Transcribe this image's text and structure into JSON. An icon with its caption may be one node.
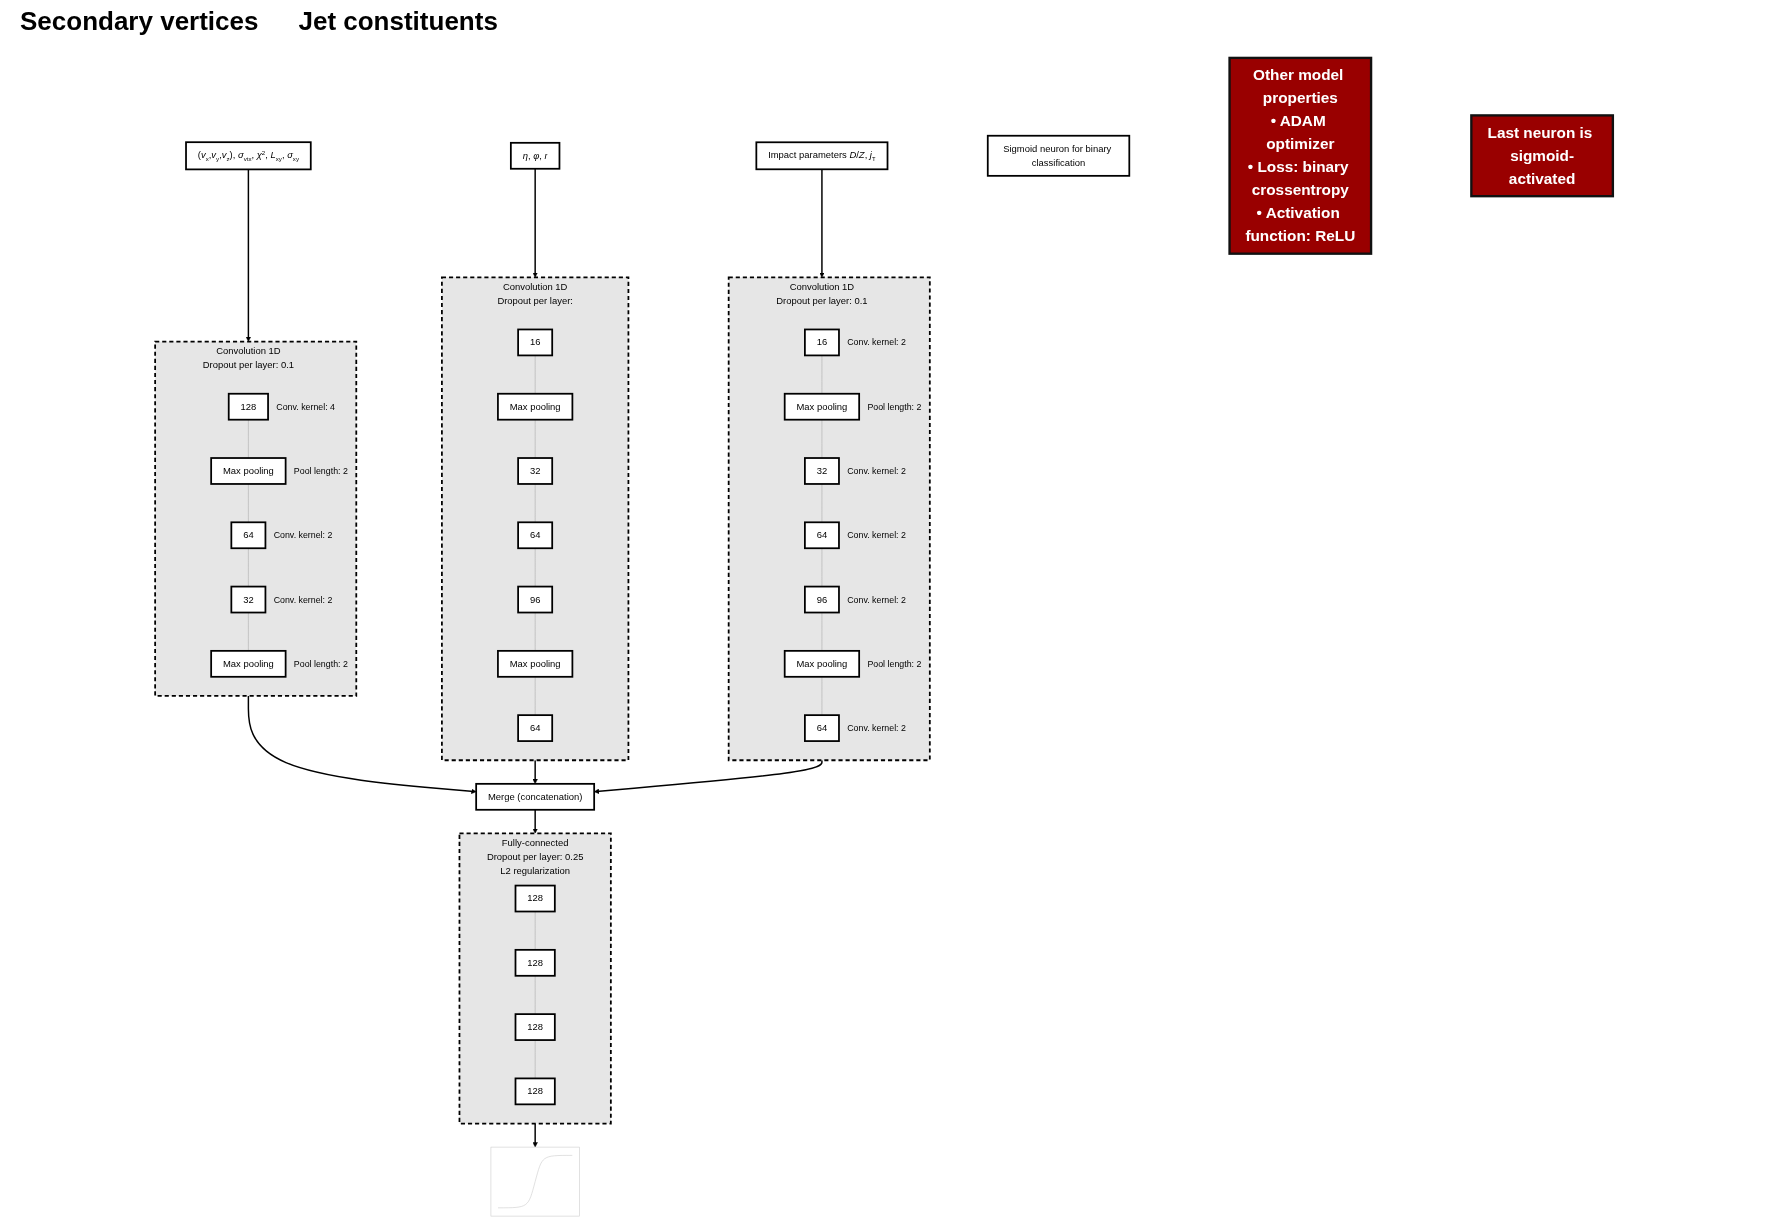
{
  "diagram": {
    "nodes": [
      {
        "text": [
          "(*v*$_{x}$,*v*$_{y}$,*v*$_{z}$), *σ*$_{vtx}$, *χ*$^{2}$, *L*$_{xy}$, *σ*$_{xy}$"
        ]
      },
      {
        "text": [
          "Convolution 1D",
          "Dropout per layer: 0.1"
        ]
      },
      {
        "text": [
          "128"
        ],
        "in": 1,
        "beside": [
          "Conv. kernel: 4"
        ]
      },
      {
        "text": [
          "Max pooling"
        ],
        "in": 1,
        "beside": [
          "Pool length: 2"
        ]
      },
      {
        "text": [
          "64"
        ],
        "in": 1,
        "beside": [
          "Conv. kernel: 2"
        ]
      },
      {
        "text": [
          "32"
        ],
        "in": 1,
        "beside": [
          "Conv. kernel: 2"
        ]
      },
      {
        "text": [
          "Max pooling"
        ],
        "in": 1,
        "beside": [
          "Pool length: 2"
        ]
      },
      {
        "text": [
          "*η*, *φ*, *r*"
        ]
      },
      {
        "text": [
          "Convolution 1D",
          "Dropout per layer:"
        ]
      },
      {
        "text": [
          "16"
        ],
        "in": 8
      },
      {
        "text": [
          "Max pooling"
        ],
        "in": 8
      },
      {
        "text": [
          "32"
        ],
        "in": 8
      },
      {
        "text": [
          "64"
        ],
        "in": 8
      },
      {
        "text": [
          "96"
        ],
        "in": 8
      },
      {
        "text": [
          "Max pooling"
        ],
        "in": 8
      },
      {
        "text": [
          "64"
        ],
        "in": 8
      },
      {
        "text": [
          "Impact parameters *D*/*Z*, *j*$_{T}$"
        ]
      },
      {
        "text": [
          "Convolution 1D",
          "Dropout per layer: 0.1"
        ]
      },
      {
        "text": [
          "16"
        ],
        "in": 17,
        "beside": [
          "Conv. kernel: 2"
        ]
      },
      {
        "text": [
          "Max pooling"
        ],
        "in": 17,
        "beside": [
          "Pool length: 2"
        ]
      },
      {
        "text": [
          "32"
        ],
        "in": 17,
        "beside": [
          "Conv. kernel: 2"
        ]
      },
      {
        "text": [
          "64"
        ],
        "in": 17,
        "beside": [
          "Conv. kernel: 2"
        ]
      },
      {
        "text": [
          "96"
        ],
        "in": 17,
        "beside": [
          "Conv. kernel: 2"
        ]
      },
      {
        "text": [
          "Max pooling"
        ],
        "in": 17,
        "beside": [
          "Pool length: 2"
        ]
      },
      {
        "text": [
          "64"
        ],
        "in": 17,
        "beside": [
          "Conv. kernel: 2"
        ]
      },
      {
        "text": [
          "Merge (concatenation)"
        ]
      },
      {
        "text": [
          "Fully-connected",
          "Dropout per layer: 0.25",
          "L2 regularization"
        ]
      },
      {
        "text": [
          "128"
        ],
        "in": 26
      },
      {
        "text": [
          "128"
        ],
        "in": 26
      },
      {
        "text": [
          "128"
        ],
        "in": 26
      },
      {
        "text": [
          "128"
        ],
        "in": 26
      },
      {
        "text": [],
        "shape": "picture"
      },
      {
        "text": [
          "Sigmoid neuron for binary classification"
        ]
      },
      {
        "text": [
          "Other model properties",
          "• ADAM optimizer",
          "• Loss: binary crossentropy",
          "• Activation function: ReLU"
        ]
      },
      {
        "text": [
          "Last neuron is sigmoid-activated"
        ]
      }
    ],
    "edges": [
      {
        "from": 0,
        "to": 1,
        "arrow": "to",
        "color": "#000000"
      },
      {
        "from": 2,
        "to": 3,
        "arrow": "none",
        "color": "#aaaaaa"
      },
      {
        "from": 3,
        "to": 4,
        "arrow": "none",
        "color": "#aaaaaa"
      },
      {
        "from": 4,
        "to": 5,
        "arrow": "none",
        "color": "#aaaaaa"
      },
      {
        "from": 5,
        "to": 6,
        "arrow": "none",
        "color": "#aaaaaa"
      },
      {
        "from": 7,
        "to": 8,
        "arrow": "to",
        "color": "#000000"
      },
      {
        "from": 9,
        "to": 10,
        "arrow": "none",
        "color": "#aaaaaa"
      },
      {
        "from": 10,
        "to": 11,
        "arrow": "none",
        "color": "#aaaaaa"
      },
      {
        "from": 11,
        "to": 12,
        "arrow": "none",
        "color": "#aaaaaa"
      },
      {
        "from": 12,
        "to": 13,
        "arrow": "none",
        "color": "#aaaaaa"
      },
      {
        "from": 13,
        "to": 14,
        "arrow": "none",
        "color": "#aaaaaa"
      },
      {
        "from": 14,
        "to": 15,
        "arrow": "none",
        "color": "#aaaaaa"
      },
      {
        "from": 16,
        "to": 17,
        "arrow": "to",
        "color": "#000000"
      },
      {
        "from": 18,
        "to": 19,
        "arrow": "none",
        "color": "#aaaaaa"
      },
      {
        "from": 19,
        "to": 20,
        "arrow": "none",
        "color": "#aaaaaa"
      },
      {
        "from": 20,
        "to": 21,
        "arrow": "none",
        "color": "#aaaaaa"
      },
      {
        "from": 21,
        "to": 22,
        "arrow": "none",
        "color": "#aaaaaa"
      },
      {
        "from": 22,
        "to": 23,
        "arrow": "none",
        "color": "#aaaaaa"
      },
      {
        "from": 23,
        "to": 24,
        "arrow": "none",
        "color": "#aaaaaa"
      },
      {
        "from": 1,
        "to": 25,
        "arrow": "to",
        "color": "#000000"
      },
      {
        "from": 8,
        "to": 25,
        "arrow": "to",
        "color": "#000000"
      },
      {
        "from": 17,
        "to": 25,
        "arrow": "to",
        "color": "#000000"
      },
      {
        "from": 25,
        "to": 26,
        "arrow": "to",
        "color": "#000000"
      },
      {
        "from": 27,
        "to": 28,
        "arrow": "none",
        "color": "#aaaaaa"
      },
      {
        "from": 28,
        "to": 29,
        "arrow": "none",
        "color": "#aaaaaa"
      },
      {
        "from": 29,
        "to": 30,
        "arrow": "none",
        "color": "#aaaaaa"
      },
      {
        "from": 26,
        "to": 31,
        "arrow": "to",
        "color": "#000000"
      }
    ],
    "labels": [
      "Secondary vertices",
      "Jet constituents"
    ]
  }
}
